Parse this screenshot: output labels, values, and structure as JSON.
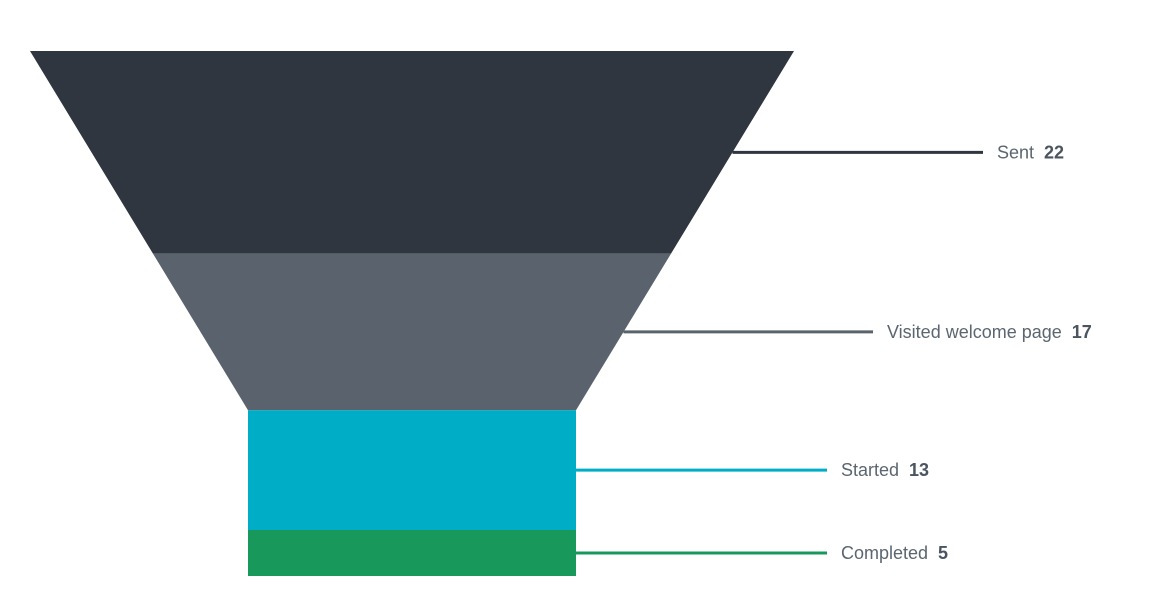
{
  "chart_data": {
    "type": "funnel",
    "title": "",
    "stages": [
      {
        "label": "Sent",
        "value": 22,
        "color": "#2f3640"
      },
      {
        "label": "Visited welcome page",
        "value": 17,
        "color": "#5a636d"
      },
      {
        "label": "Started",
        "value": 13,
        "color": "#00adc6"
      },
      {
        "label": "Completed",
        "value": 5,
        "color": "#18985a"
      }
    ]
  }
}
